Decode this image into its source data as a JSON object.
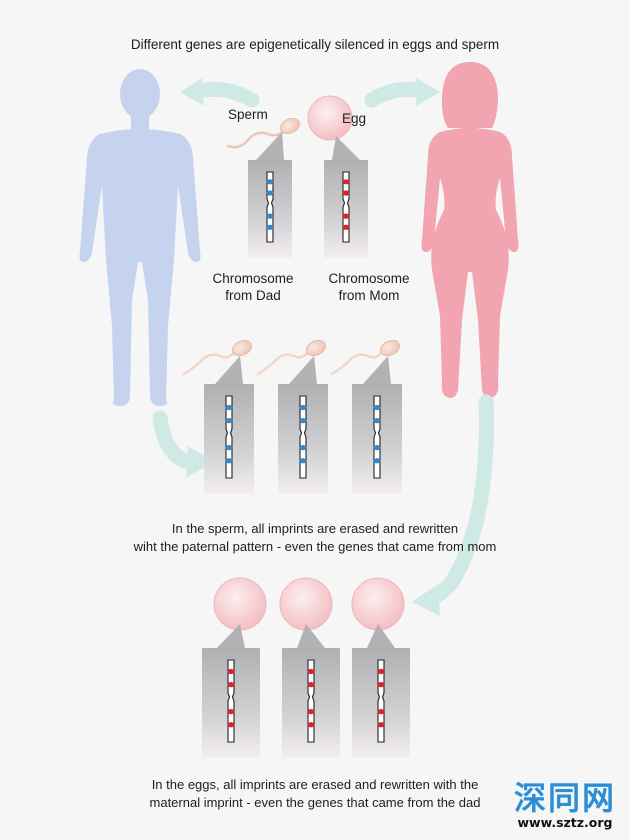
{
  "title": "Different genes are epigenetically silenced in eggs and sperm",
  "labels": {
    "sperm": "Sperm",
    "egg": "Egg",
    "chromosome_dad": [
      "Chromosome",
      "from Dad"
    ],
    "chromosome_mom": [
      "Chromosome",
      "from Mom"
    ]
  },
  "captions": {
    "sperm_line1": "In the sperm, all imprints are erased and rewritten",
    "sperm_line2": "wiht the paternal pattern - even the genes that came from mom",
    "egg_line1": "In the eggs, all imprints are erased and rewritten with the",
    "egg_line2": "maternal imprint - even the genes that came from the dad"
  },
  "watermark": {
    "chinese": "深同网",
    "url": "www.sztz.org"
  },
  "colors": {
    "dad": "#c6d3ef",
    "mom": "#f3a4b1",
    "arrow": "#cfeae5",
    "paternal_mark": "#3a87c8",
    "maternal_mark": "#d8262f",
    "panel": "#b9b9bc",
    "egg": "#f7d1d3",
    "sperm": "#f2d6c8"
  }
}
